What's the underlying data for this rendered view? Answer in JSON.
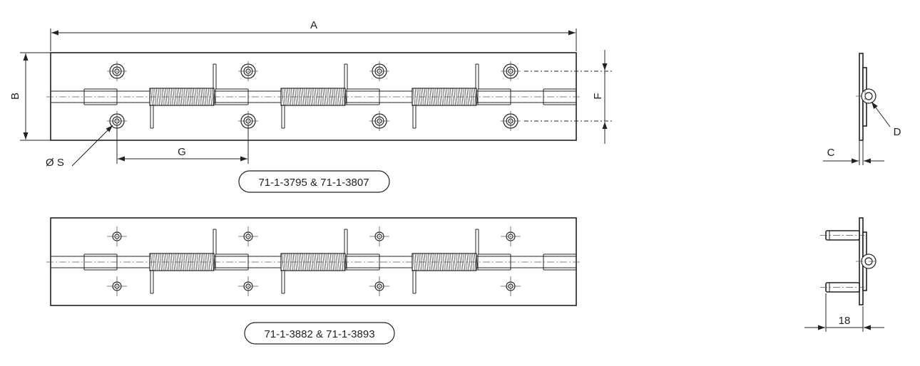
{
  "labels": {
    "dim_a": "A",
    "dim_b": "B",
    "dim_f": "F",
    "dim_g": "G",
    "dim_s": "Ø S",
    "dim_c": "C",
    "dim_d": "D",
    "dim_18": "18"
  },
  "variants": {
    "top": "71-1-3795 & 71-1-3807",
    "bottom": "71-1-3882 & 71-1-3893"
  }
}
